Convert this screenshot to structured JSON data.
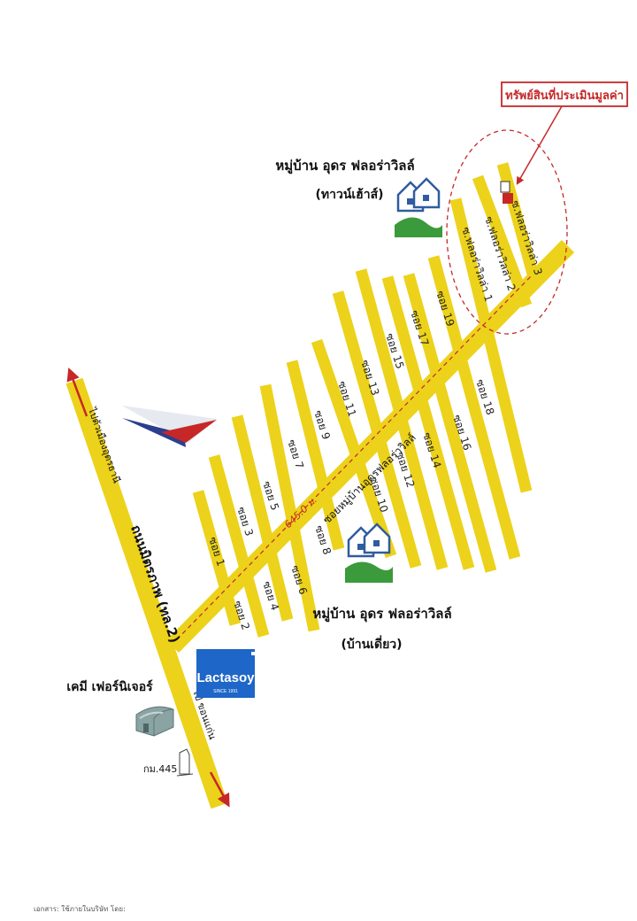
{
  "target_label": "ทรัพย์สินที่ประเมินมูลค่า",
  "main_road": {
    "label": "ถนนมิตรภาพ (ทล.2)",
    "north_direction": "ไปตัวเมืองอุดรธานี",
    "south_direction": "ไป ขอนแก่น"
  },
  "village_road": {
    "label": "ซอยหมู่บ้านอุดรฟลอร่าวิลล์",
    "distance": "645.0 ม."
  },
  "soi_labels": [
    "ซอย 1",
    "ซอย 2",
    "ซอย 3",
    "ซอย 4",
    "ซอย 5",
    "ซอย 6",
    "ซอย 7",
    "ซอย 8",
    "ซอย 9",
    "ซอย 10",
    "ซอย 11",
    "ซอย 12",
    "ซอย 13",
    "ซอย 14",
    "ซอย 15",
    "ซอย 16",
    "ซอย 17",
    "ซอย 18",
    "ซอย 19",
    "ซ.ฟลอร่าวิลล่า 1",
    "ซ.ฟลอร่าวิลล่า 2",
    "ซ.ฟลอร่าวิลล่า 3"
  ],
  "village_townhouse": {
    "name": "หมู่บ้าน อุดร ฟลอร่าวิลล์",
    "type": "(ทาวน์เฮ้าส์)"
  },
  "village_house": {
    "name": "หมู่บ้าน อุดร ฟลอร่าวิลล์",
    "type": "(บ้านเดี่ยว)"
  },
  "lactasoy": {
    "brand": "Lactasoy",
    "tag": "SINCE 1991"
  },
  "chemi": {
    "name": "เคมี เฟอร์นิเจอร์"
  },
  "km_marker": {
    "label": "กม.445"
  },
  "footer_text": "เอกสาร: ใช้ภายในบริษัท โดย:",
  "colors": {
    "road": "#ecd21a",
    "road_edge": "#cdb212",
    "accent_red": "#c62828",
    "house_blue": "#2f5c9e",
    "house_green": "#3b9a3b"
  }
}
